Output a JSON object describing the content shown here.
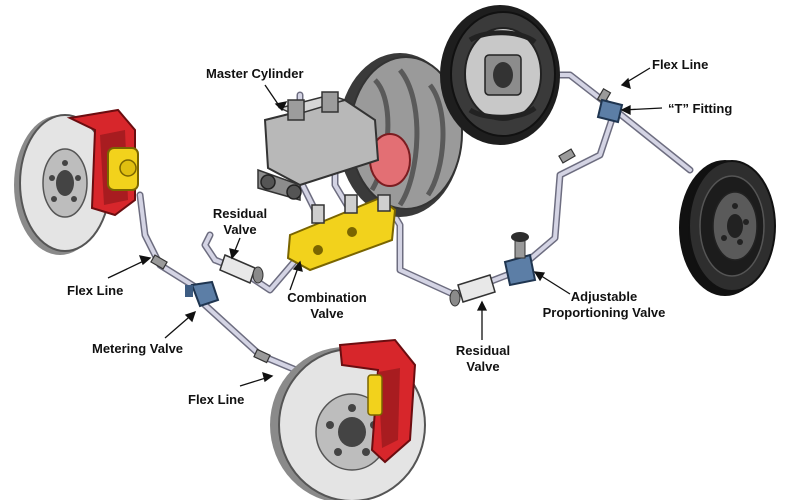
{
  "labels": {
    "master_cylinder": "Master Cylinder",
    "flex_line_top_right": "Flex Line",
    "t_fitting": "“T” Fitting",
    "residual_valve_left": [
      "Residual",
      "Valve"
    ],
    "flex_line_left": "Flex Line",
    "combination_valve": [
      "Combination",
      "Valve"
    ],
    "adjustable_proportioning_valve": [
      "Adjustable",
      "Proportioning Valve"
    ],
    "metering_valve": "Metering Valve",
    "residual_valve_bottom": [
      "Residual",
      "Valve"
    ],
    "flex_line_bottom": "Flex Line"
  },
  "colors": {
    "caliper_red": "#d7262b",
    "valve_yellow": "#f2d21c",
    "brake_line": "#c9c9d9",
    "fitting_blue": "#5c7ea6",
    "rotor_gray": "#dcdcdc",
    "drum_dark": "#2e2e2e",
    "booster_gray": "#9a9a9a"
  }
}
